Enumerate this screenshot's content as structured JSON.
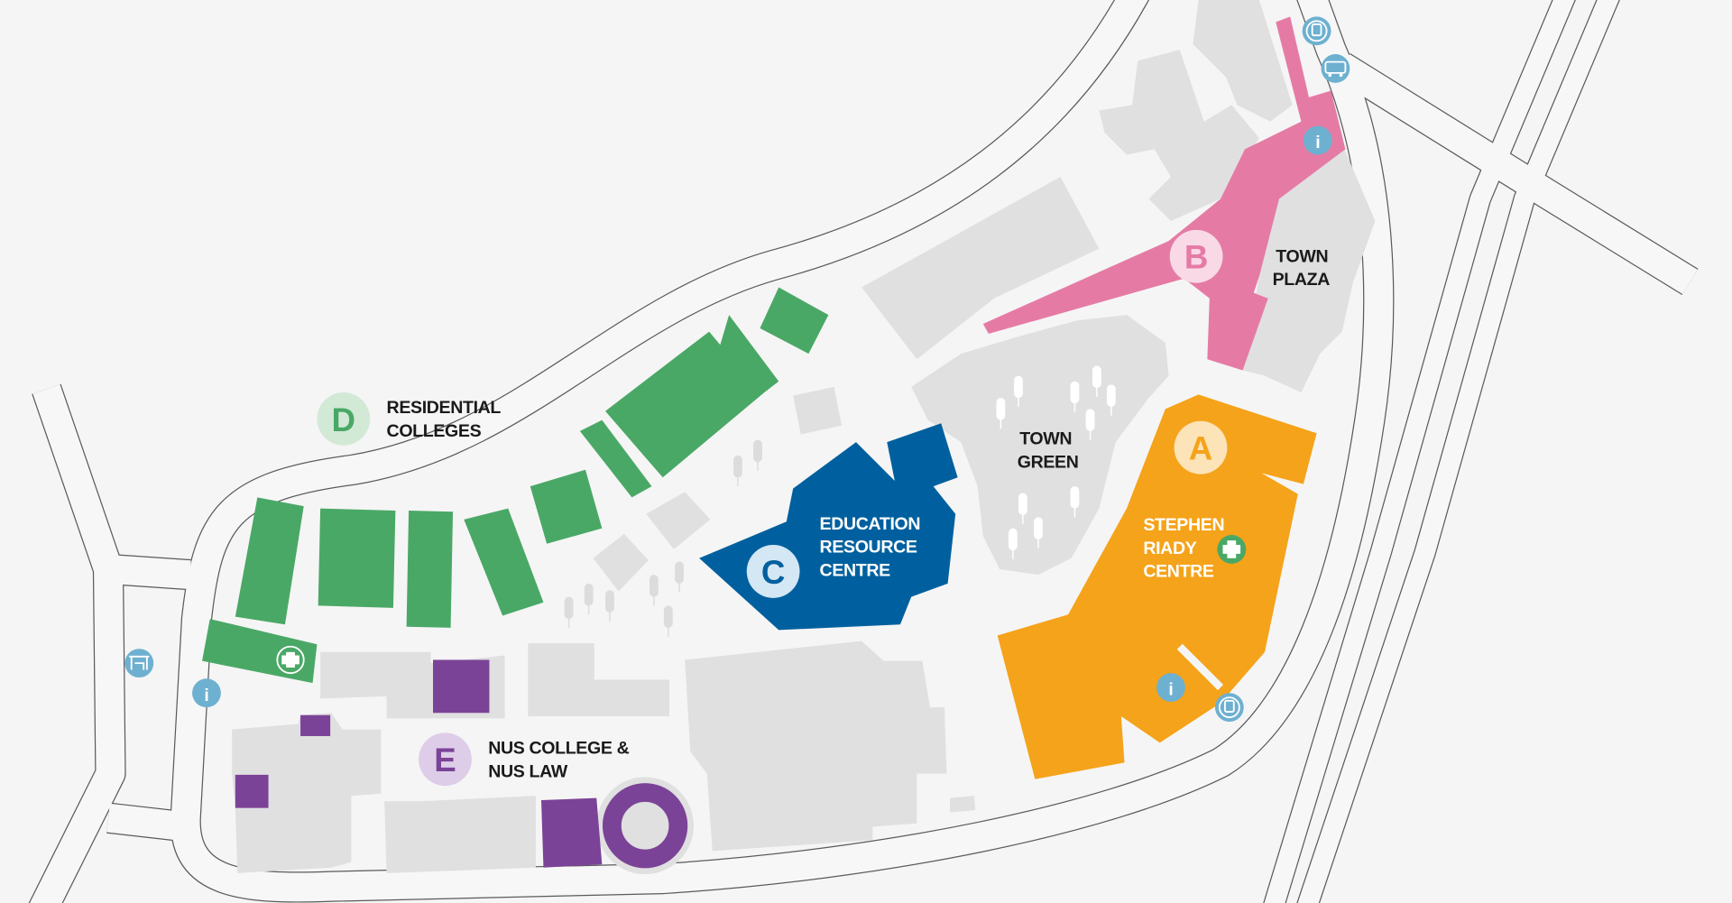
{
  "map": {
    "zones": [
      {
        "letter": "A",
        "label_lines": [
          "STEPHEN",
          "RIADY",
          "CENTRE"
        ],
        "color": "#f5a31a",
        "badge_color": "#fde3b8"
      },
      {
        "letter": "B",
        "label_lines": [
          "TOWN",
          "PLAZA"
        ],
        "color": "#e57ba5",
        "badge_color": "#f9d9e6"
      },
      {
        "letter": "C",
        "label_lines": [
          "EDUCATION",
          "RESOURCE",
          "CENTRE"
        ],
        "color": "#00609f",
        "badge_color": "#d4e7f4"
      },
      {
        "letter": "D",
        "label_lines": [
          "RESIDENTIAL",
          "COLLEGES"
        ],
        "color": "#4aa866",
        "badge_color": "#d2e9d6"
      },
      {
        "letter": "E",
        "label_lines": [
          "NUS COLLEGE &",
          "NUS LAW"
        ],
        "color": "#7b4397",
        "badge_color": "#ddcde8"
      }
    ],
    "places": {
      "town_green": [
        "TOWN",
        "GREEN"
      ]
    },
    "icons": {
      "info": "info-icon",
      "shuttle": "shuttle-stop-icon",
      "bus": "bus-stop-icon",
      "medical": "medical-cross-icon",
      "shelter": "bus-shelter-icon",
      "info_glyph": "i",
      "info_color": "#6eb0d0"
    }
  }
}
